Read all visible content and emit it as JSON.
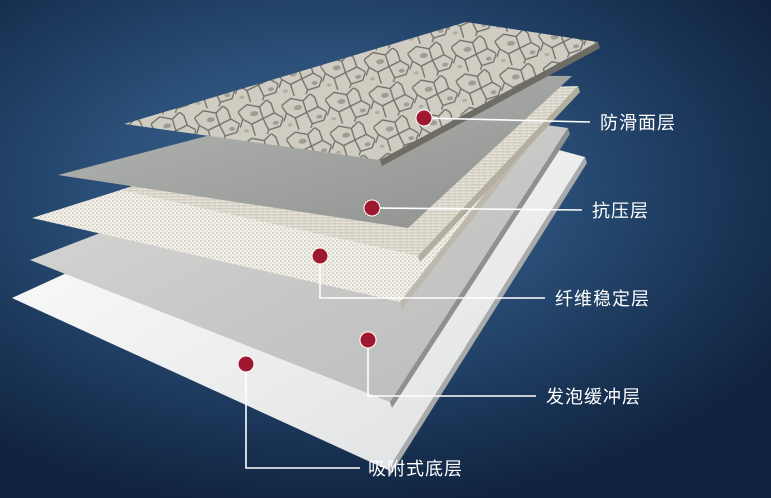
{
  "layers": [
    {
      "id": "anti-slip",
      "label": "防滑面层"
    },
    {
      "id": "pressure",
      "label": "抗压层"
    },
    {
      "id": "fiber",
      "label": "纤维稳定层"
    },
    {
      "id": "foam",
      "label": "发泡缓冲层"
    },
    {
      "id": "adhesive",
      "label": "吸附式底层"
    }
  ],
  "colors": {
    "marker": "#9e1830",
    "leader": "#ffffff",
    "label_text": "#ffffff"
  }
}
